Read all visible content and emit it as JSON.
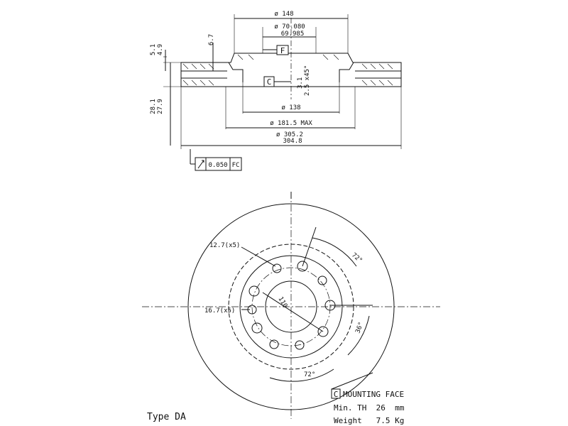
{
  "section_view": {
    "dims": {
      "d148": "ø 148",
      "d70_upper": "ø 70.080",
      "d70_lower": "69.985",
      "h67": "6.7",
      "h51": "5.1",
      "h49": "4.9",
      "datum_f": "F",
      "datum_c": "C",
      "chamfer": "3.1",
      "chamfer2": "2.5 x45°",
      "h281": "28.1",
      "h279": "27.9",
      "d138": "ø 138",
      "d1815": "ø 181.5 MAX",
      "d305_upper": "ø 305.2",
      "d305_lower": "304.8"
    },
    "tolerance": {
      "value": "0.050",
      "datums": "FC"
    }
  },
  "front_view": {
    "holes_small": "12.7(x5)",
    "holes_large": "16.7(x5)",
    "pcd": "110",
    "angle_top": "72°",
    "angle_right": "36°",
    "angle_bottom": "72°"
  },
  "notes": {
    "type": "Type DA",
    "datum_c": "C",
    "mounting_face": "MOUNTING FACE",
    "min_th": "Min. TH  26  mm",
    "weight": "Weight   7.5 Kg"
  }
}
